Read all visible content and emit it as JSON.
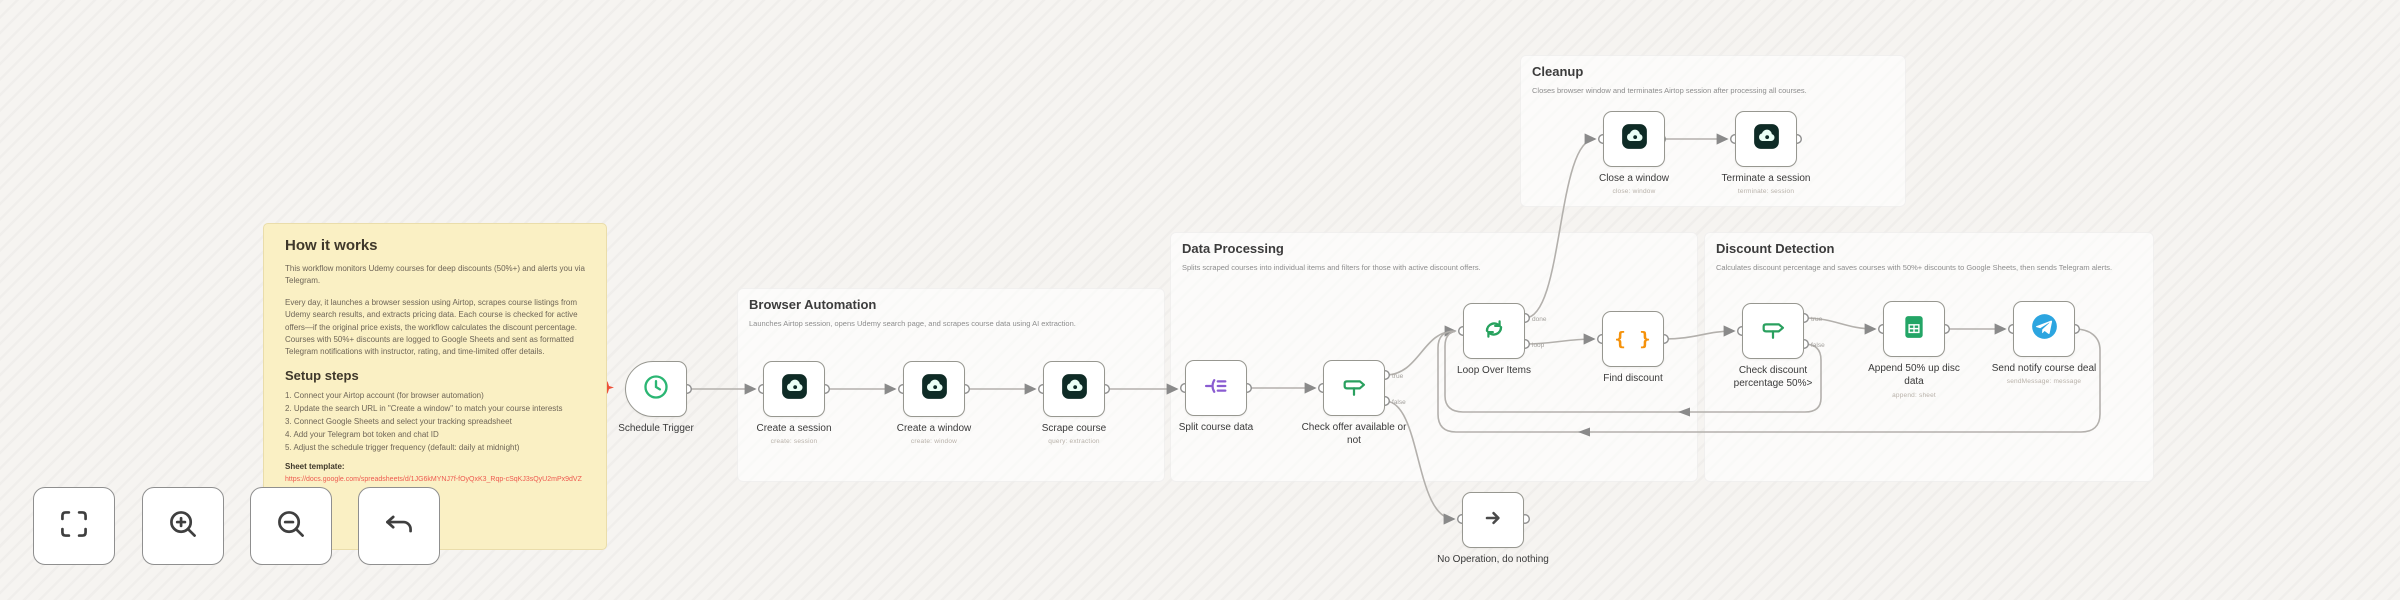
{
  "sticky_note": {
    "title": "How it works",
    "paragraph1": "This workflow monitors Udemy courses for deep discounts (50%+) and alerts you via Telegram.",
    "paragraph2": "Every day, it launches a browser session using Airtop, scrapes course listings from Udemy search results, and extracts pricing data. Each course is checked for active offers—if the original price exists, the workflow calculates the discount percentage. Courses with 50%+ discounts are logged to Google Sheets and sent as formatted Telegram notifications with instructor, rating, and time-limited offer details.",
    "setup_title": "Setup steps",
    "setup_steps": [
      "1. Connect your Airtop account (for browser automation)",
      "2. Update the search URL in \"Create a window\" to match your course interests",
      "3. Connect Google Sheets and select your tracking spreadsheet",
      "4. Add your Telegram bot token and chat ID",
      "5. Adjust the schedule trigger frequency (default: daily at midnight)"
    ],
    "url_label": "Sheet template:",
    "sheet_url": "https://docs.google.com/spreadsheets/d/1JG6kMYNJ7f-fOyQxK3_Rqp-cSqKJ3sQyU2mPx9dVZ4"
  },
  "sections": [
    {
      "title": "Browser Automation",
      "description": "Launches Airtop session, opens Udemy search page, and scrapes course data using AI extraction."
    },
    {
      "title": "Data Processing",
      "description": "Splits scraped courses into individual items and filters for those with active discount offers."
    },
    {
      "title": "Discount Detection",
      "description": "Calculates discount percentage and saves courses with 50%+ discounts to Google Sheets, then sends Telegram alerts."
    },
    {
      "title": "Cleanup",
      "description": "Closes browser window and terminates Airtop session after processing all courses."
    }
  ],
  "nodes": [
    {
      "label": "Schedule Trigger",
      "sublabel": ""
    },
    {
      "label": "Create a session",
      "sublabel": "create: session"
    },
    {
      "label": "Create a window",
      "sublabel": "create: window"
    },
    {
      "label": "Scrape course",
      "sublabel": "query: extraction"
    },
    {
      "label": "Split course data",
      "sublabel": ""
    },
    {
      "label": "Check offer available or not",
      "sublabel": ""
    },
    {
      "label": "Loop Over Items",
      "sublabel": ""
    },
    {
      "label": "Find discount",
      "sublabel": ""
    },
    {
      "label": "Check discount percentage 50%>",
      "sublabel": ""
    },
    {
      "label": "Append 50% up disc data",
      "sublabel": "append: sheet"
    },
    {
      "label": "Send notify course deal",
      "sublabel": "sendMessage: message"
    },
    {
      "label": "Close a window",
      "sublabel": "close: window"
    },
    {
      "label": "Terminate a session",
      "sublabel": "terminate: session"
    },
    {
      "label": "No Operation, do nothing",
      "sublabel": ""
    }
  ],
  "port_labels": {
    "done": "done",
    "loop": "loop",
    "true": "true",
    "false": "false"
  },
  "controls": [
    {
      "icon": "fit-view-icon"
    },
    {
      "icon": "zoom-in-icon"
    },
    {
      "icon": "zoom-out-icon"
    },
    {
      "icon": "undo-icon"
    }
  ],
  "colors": {
    "sticky": "#faf0c4",
    "link_red": "#ee5a4f",
    "node_green": "#2aa05f",
    "airtop_dark": "#0e2b26",
    "split_purple": "#8a5cd1",
    "code_orange": "#f5920b",
    "sheets_green": "#23a566",
    "telegram_blue": "#2ca5e0",
    "trigger_star": "#ed5038"
  }
}
